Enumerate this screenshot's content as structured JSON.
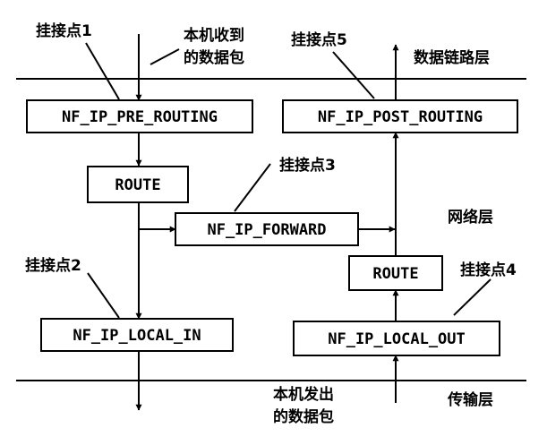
{
  "layers": {
    "data_link": "数据链路层",
    "network": "网络层",
    "transport": "传输层"
  },
  "hooks": {
    "pre_routing": "NF_IP_PRE_ROUTING",
    "post_routing": "NF_IP_POST_ROUTING",
    "forward": "NF_IP_FORWARD",
    "local_in": "NF_IP_LOCAL_IN",
    "local_out": "NF_IP_LOCAL_OUT"
  },
  "route_boxes": {
    "left": "ROUTE",
    "right": "ROUTE"
  },
  "hook_points": {
    "p1": "挂接点1",
    "p2": "挂接点2",
    "p3": "挂接点3",
    "p4": "挂接点4",
    "p5": "挂接点5"
  },
  "packets": {
    "received_line1": "本机收到",
    "received_line2": "的数据包",
    "sent_line1": "本机发出",
    "sent_line2": "的数据包"
  }
}
